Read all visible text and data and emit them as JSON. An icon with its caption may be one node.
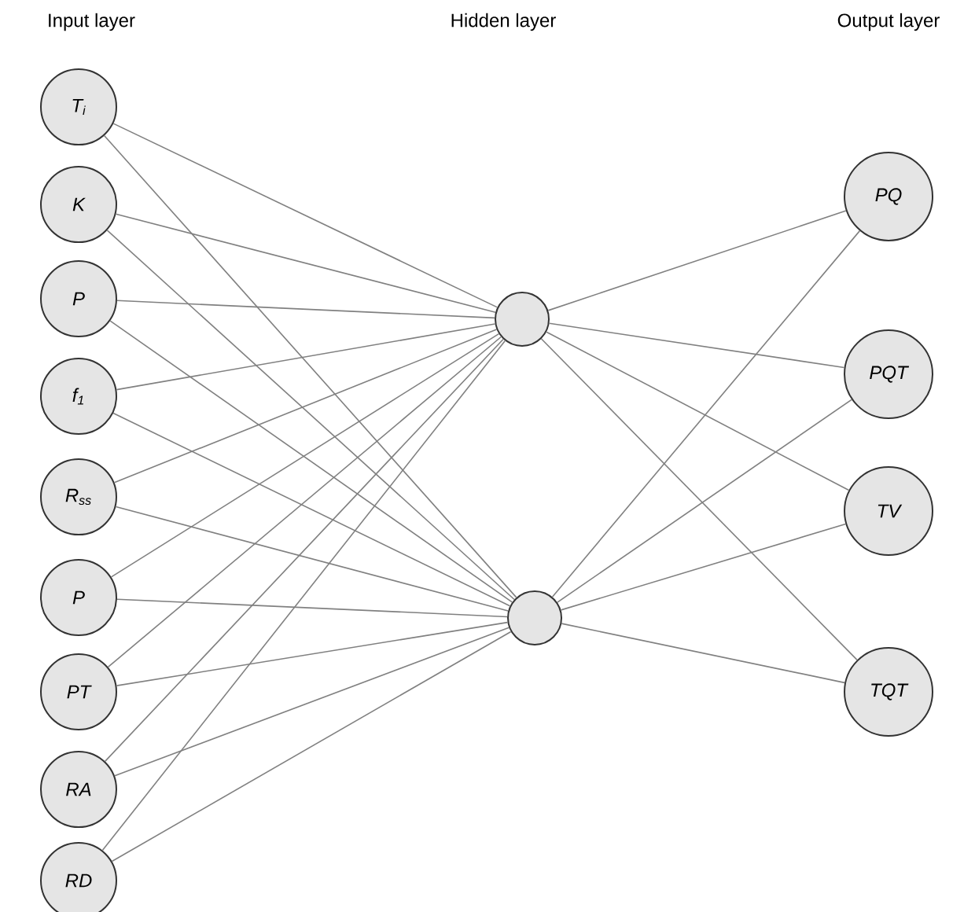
{
  "diagram": {
    "nodes": [
      {
        "text": [
          "T$_{i}$"
        ]
      },
      {
        "text": [
          "K"
        ]
      },
      {
        "text": [
          "P"
        ]
      },
      {
        "text": [
          "f$_{1}$"
        ]
      },
      {
        "text": [
          "R$_{ss}$"
        ]
      },
      {
        "text": [
          "P"
        ]
      },
      {
        "text": [
          "PT"
        ]
      },
      {
        "text": [
          "RA"
        ]
      },
      {
        "text": [
          "RD"
        ]
      },
      {
        "text": [],
        "shape": "circle"
      },
      {
        "text": [],
        "shape": "circle"
      },
      {
        "text": [
          "PQ"
        ]
      },
      {
        "text": [
          "PQT"
        ]
      },
      {
        "text": [
          "TV"
        ]
      },
      {
        "text": [
          "TQT"
        ]
      }
    ],
    "edges": [
      {
        "from": 0,
        "to": 9,
        "arrow": "none"
      },
      {
        "from": 0,
        "to": 10,
        "arrow": "none"
      },
      {
        "from": 1,
        "to": 9,
        "arrow": "none"
      },
      {
        "from": 1,
        "to": 10,
        "arrow": "none"
      },
      {
        "from": 2,
        "to": 9,
        "arrow": "none"
      },
      {
        "from": 2,
        "to": 10,
        "arrow": "none"
      },
      {
        "from": 3,
        "to": 9,
        "arrow": "none"
      },
      {
        "from": 3,
        "to": 10,
        "arrow": "none"
      },
      {
        "from": 4,
        "to": 9,
        "arrow": "none"
      },
      {
        "from": 4,
        "to": 10,
        "arrow": "none"
      },
      {
        "from": 5,
        "to": 9,
        "arrow": "none"
      },
      {
        "from": 5,
        "to": 10,
        "arrow": "none"
      },
      {
        "from": 6,
        "to": 9,
        "arrow": "none"
      },
      {
        "from": 6,
        "to": 10,
        "arrow": "none"
      },
      {
        "from": 7,
        "to": 9,
        "arrow": "none"
      },
      {
        "from": 7,
        "to": 10,
        "arrow": "none"
      },
      {
        "from": 8,
        "to": 9,
        "arrow": "none"
      },
      {
        "from": 8,
        "to": 10,
        "arrow": "none"
      },
      {
        "from": 9,
        "to": 11,
        "arrow": "none"
      },
      {
        "from": 9,
        "to": 12,
        "arrow": "none"
      },
      {
        "from": 9,
        "to": 13,
        "arrow": "none"
      },
      {
        "from": 9,
        "to": 14,
        "arrow": "none"
      },
      {
        "from": 10,
        "to": 11,
        "arrow": "none"
      },
      {
        "from": 10,
        "to": 12,
        "arrow": "none"
      },
      {
        "from": 10,
        "to": 13,
        "arrow": "none"
      },
      {
        "from": 10,
        "to": 14,
        "arrow": "none"
      }
    ],
    "labels": [
      "Input layer",
      "Hidden layer",
      "Output layer"
    ]
  }
}
